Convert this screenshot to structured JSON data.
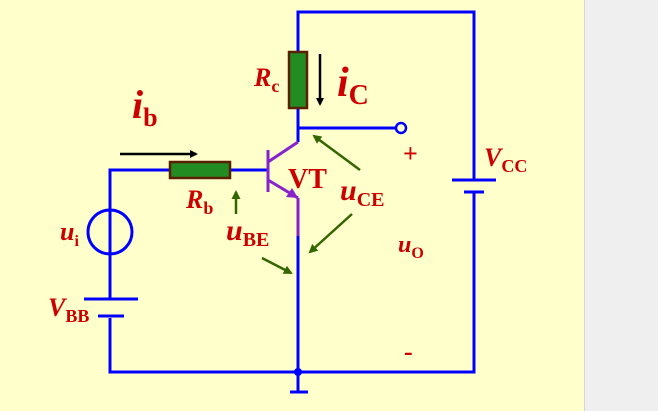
{
  "colors": {
    "background": "#ffffcc",
    "wire": "#0000ff",
    "transistor": "#8822cc",
    "resistor_fill": "#228b22",
    "label": "#cc0000",
    "arrow_green": "#336600",
    "current_arrow": "#000000"
  },
  "labels": {
    "ib": {
      "main": "i",
      "sub": "b"
    },
    "ic": {
      "main": "i",
      "sub": "C"
    },
    "rc": {
      "main": "R",
      "sub": "c"
    },
    "rb": {
      "main": "R",
      "sub": "b"
    },
    "vt": "VT",
    "ui": {
      "main": "u",
      "sub": "i"
    },
    "vbb": {
      "main": "V",
      "sub": "BB"
    },
    "vcc": {
      "main": "V",
      "sub": "CC"
    },
    "ube": {
      "main": "u",
      "sub": "BE"
    },
    "uce": {
      "main": "u",
      "sub": "CE"
    },
    "uo": {
      "main": "u",
      "sub": "O"
    },
    "plus": "+",
    "minus": "-"
  }
}
